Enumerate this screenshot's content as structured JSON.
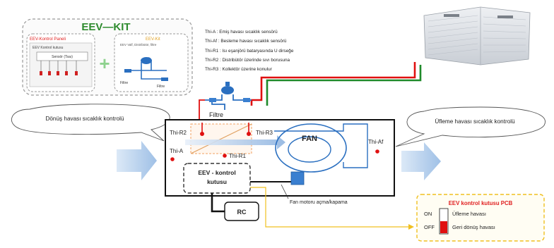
{
  "kit": {
    "title": "EEV—KIT",
    "panel_title": "EEV-Kontrol Paneli",
    "box_label": "EEV Kontrol kutusu",
    "sensor_label": "Sensör (Tsaı)",
    "kit_title": "EEV-Kit",
    "kit_sub": "EEV Valf, Distribütör, filtre",
    "filter_a": "Filtre",
    "filter_b": "Filtre",
    "plus": "+"
  },
  "legend": [
    "Thi-A : Emiş havası sıcaklık sensörü",
    "Thi-Af : Besleme havası sıcaklık sensörü",
    "Thi-R1 : Isı eşanjörü bataryasında U dirseğe",
    "Thi-R2 : Distribütör üzerinde sıvı borusuna",
    "Thi-R3 : Kollektör üzerine konulur"
  ],
  "callouts": {
    "return_air": "Dönüş havası sıcaklık kontrolü",
    "supply_air": "Üfleme havası sıcaklık kontrolü"
  },
  "unit": {
    "filter": "Filtre",
    "thi_r2": "Thi-R2",
    "thi_r3": "Thi-R3",
    "thi_a": "Thi-A",
    "thi_r1": "Thi-R1",
    "thi_af": "Thi-Af",
    "fan": "FAN",
    "eev_box_line1": "EEV - kontrol",
    "eev_box_line2": "kutusu",
    "rc": "RC",
    "fan_motor": "Fan motoru açma/kapama"
  },
  "pcb": {
    "title": "EEV kontrol kutusu PCB",
    "on_label": "ON",
    "off_label": "OFF",
    "on_text": "Üfleme havası",
    "off_text": "Geri dönüş havası"
  },
  "colors": {
    "kit_title": "#2e8b2e",
    "red_text": "#e02020",
    "pipe_red": "#e01010",
    "pipe_green": "#1f8a2a",
    "pcb_border": "#f0c020",
    "arrow_blue": "#a9c8ea"
  }
}
